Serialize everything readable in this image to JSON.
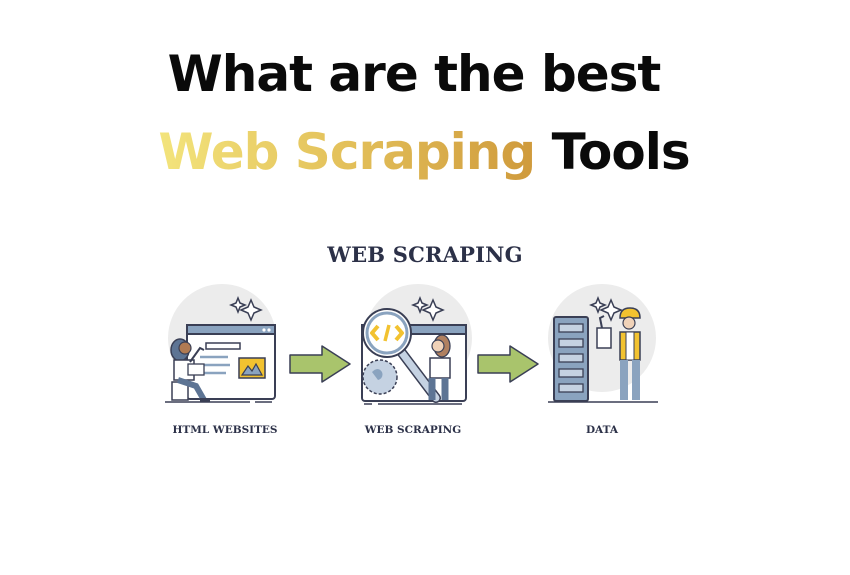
{
  "headline": {
    "line1": "What are the best",
    "line2_highlight": "Web Scraping",
    "line2_rest": "Tools"
  },
  "infographic": {
    "title": "WEB SCRAPING",
    "stages": [
      {
        "label": "HTML WEBSITES",
        "icon": "browser-window-person-icon"
      },
      {
        "label": "WEB SCRAPING",
        "icon": "magnifier-code-globe-icon"
      },
      {
        "label": "DATA",
        "icon": "server-rack-worker-icon"
      }
    ],
    "arrows": [
      "arrow-right-icon",
      "arrow-right-icon"
    ]
  },
  "colors": {
    "headline_text": "#0a0a0a",
    "gold_start": "#f3e47c",
    "gold_end": "#cf9a3c",
    "infographic_text": "#2c3148",
    "arrow_fill": "#a9c46c",
    "accent_yellow": "#f2c230",
    "steel_blue": "#8aa3bf",
    "outline": "#3a3f55",
    "circle_bg": "#ececec"
  }
}
